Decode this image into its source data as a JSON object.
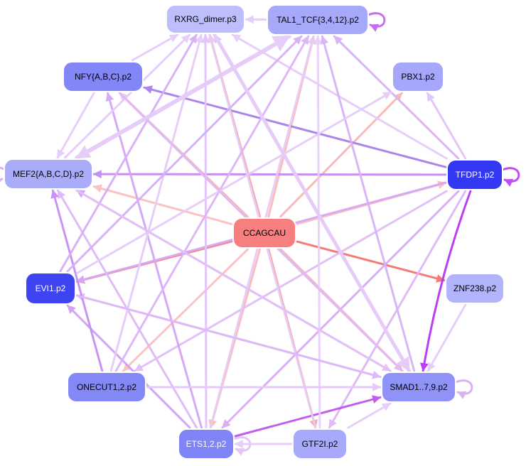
{
  "diagram": {
    "nodes": [
      {
        "id": "rxrg",
        "label": "RXRG_dimer.p3",
        "fill": "#BDBFFC",
        "text_color": "#000000"
      },
      {
        "id": "tal1",
        "label": "TAL1_TCF{3,4,12}.p2",
        "fill": "#A6A9FA",
        "text_color": "#000000"
      },
      {
        "id": "nfy",
        "label": "NFY{A,B,C}.p2",
        "fill": "#8286F6",
        "text_color": "#000000"
      },
      {
        "id": "pbx1",
        "label": "PBX1.p2",
        "fill": "#A4A7FA",
        "text_color": "#000000"
      },
      {
        "id": "mef2",
        "label": "MEF2{A,B,C,D}.p2",
        "fill": "#AAACF9",
        "text_color": "#000000"
      },
      {
        "id": "tfdp1",
        "label": "TFDP1.p2",
        "fill": "#3338F3",
        "text_color": "#FFFFFF"
      },
      {
        "id": "ccagcau",
        "label": "CCAGCAU",
        "fill": "#F77F7F",
        "text_color": "#000000"
      },
      {
        "id": "evi1",
        "label": "EVI1.p2",
        "fill": "#3F44F3",
        "text_color": "#FFFFFF"
      },
      {
        "id": "znf238",
        "label": "ZNF238.p2",
        "fill": "#B1B3FB",
        "text_color": "#000000"
      },
      {
        "id": "onecut",
        "label": "ONECUT1,2.p2",
        "fill": "#8488F6",
        "text_color": "#000000"
      },
      {
        "id": "smad",
        "label": "SMAD1..7,9.p2",
        "fill": "#8F92F7",
        "text_color": "#000000"
      },
      {
        "id": "ets",
        "label": "ETS1,2.p2",
        "fill": "#7F84F6",
        "text_color": "#FFFFFF"
      },
      {
        "id": "gtf2i",
        "label": "GTF2I.p2",
        "fill": "#A7AAFA",
        "text_color": "#000000"
      }
    ],
    "edges": [
      {
        "from": "ccagcau",
        "to": "rxrg",
        "color": "#F9A0A0",
        "weight": 3
      },
      {
        "from": "ccagcau",
        "to": "tal1",
        "color": "#FBB9B9",
        "weight": 3
      },
      {
        "from": "ccagcau",
        "to": "pbx1",
        "color": "#FBB5B5",
        "weight": 3
      },
      {
        "from": "ccagcau",
        "to": "tfdp1",
        "color": "#FBBEBE",
        "weight": 3
      },
      {
        "from": "ccagcau",
        "to": "znf238",
        "color": "#F47474",
        "weight": 3
      },
      {
        "from": "ccagcau",
        "to": "smad",
        "color": "#FBB0B0",
        "weight": 3
      },
      {
        "from": "ccagcau",
        "to": "gtf2i",
        "color": "#F9A5A5",
        "weight": 3
      },
      {
        "from": "ccagcau",
        "to": "ets",
        "color": "#FBB9B9",
        "weight": 3
      },
      {
        "from": "ccagcau",
        "to": "onecut",
        "color": "#FBC0C0",
        "weight": 3
      },
      {
        "from": "ccagcau",
        "to": "evi1",
        "color": "#F58585",
        "weight": 3
      },
      {
        "from": "ccagcau",
        "to": "mef2",
        "color": "#FBC0C0",
        "weight": 3
      },
      {
        "from": "ccagcau",
        "to": "nfy",
        "color": "#FBB0B0",
        "weight": 3
      },
      {
        "from": "tfdp1",
        "to": "nfy",
        "color": "#A77FE8",
        "weight": 3
      },
      {
        "from": "tfdp1",
        "to": "mef2",
        "color": "#C38BF2",
        "weight": 3
      },
      {
        "from": "tfdp1",
        "to": "pbx1",
        "color": "#E2C3F8",
        "weight": 3
      },
      {
        "from": "tfdp1",
        "to": "tal1",
        "color": "#D7B1F6",
        "weight": 3
      },
      {
        "from": "tfdp1",
        "to": "rxrg",
        "color": "#E6CCF9",
        "weight": 3
      },
      {
        "from": "tfdp1",
        "to": "smad",
        "color": "#B834F2",
        "weight": 3
      },
      {
        "from": "tfdp1",
        "to": "evi1",
        "color": "#D7A8F6",
        "weight": 3
      },
      {
        "from": "tfdp1",
        "to": "onecut",
        "color": "#E0BDF8",
        "weight": 3
      },
      {
        "from": "tfdp1",
        "to": "ets",
        "color": "#D6AAF6",
        "weight": 3
      },
      {
        "from": "tfdp1",
        "to": "gtf2i",
        "color": "#DDB8F7",
        "weight": 3
      },
      {
        "from": "tfdp1",
        "to": "tfdp1",
        "color": "#BB44F2",
        "weight": 3
      },
      {
        "from": "smad",
        "to": "tal1",
        "color": "#D7B1F6",
        "weight": 3
      },
      {
        "from": "smad",
        "to": "rxrg",
        "color": "#E0BEF8",
        "weight": 3
      },
      {
        "from": "smad",
        "to": "nfy",
        "color": "#E6CCF9",
        "weight": 3
      },
      {
        "from": "smad",
        "to": "mef2",
        "color": "#D2A3F5",
        "weight": 3
      },
      {
        "from": "smad",
        "to": "evi1",
        "color": "#DEBAF7",
        "weight": 3
      },
      {
        "from": "smad",
        "to": "smad",
        "color": "#D7AEF6",
        "weight": 3
      },
      {
        "from": "ets",
        "to": "smad",
        "color": "#BF55F1",
        "weight": 3
      },
      {
        "from": "ets",
        "to": "rxrg",
        "color": "#E2C3F8",
        "weight": 3
      },
      {
        "from": "ets",
        "to": "nfy",
        "color": "#D3A5F5",
        "weight": 3
      },
      {
        "from": "ets",
        "to": "mef2",
        "color": "#DEB8F7",
        "weight": 3
      },
      {
        "from": "ets",
        "to": "evi1",
        "color": "#D0A0F5",
        "weight": 3
      },
      {
        "from": "ets",
        "to": "tal1",
        "color": "#E6CCF9",
        "weight": 3
      },
      {
        "from": "ets",
        "to": "ets",
        "color": "#E2C2F8",
        "weight": 3
      },
      {
        "from": "gtf2i",
        "to": "ets",
        "color": "#E6CCF9",
        "weight": 3
      },
      {
        "from": "gtf2i",
        "to": "tal1",
        "color": "#E8D0FA",
        "weight": 3
      },
      {
        "from": "gtf2i",
        "to": "rxrg",
        "color": "#E6CCF9",
        "weight": 3
      },
      {
        "from": "gtf2i",
        "to": "smad",
        "color": "#E6CCF9",
        "weight": 3
      },
      {
        "from": "onecut",
        "to": "smad",
        "color": "#E4C7F9",
        "weight": 3
      },
      {
        "from": "onecut",
        "to": "tal1",
        "color": "#DCB4F7",
        "weight": 3
      },
      {
        "from": "onecut",
        "to": "mef2",
        "color": "#C68FF3",
        "weight": 3
      },
      {
        "from": "onecut",
        "to": "rxrg",
        "color": "#E6CCF9",
        "weight": 3
      },
      {
        "from": "evi1",
        "to": "rxrg",
        "color": "#D7AEF6",
        "weight": 3
      },
      {
        "from": "evi1",
        "to": "tal1",
        "color": "#D7AEF6",
        "weight": 3
      },
      {
        "from": "evi1",
        "to": "smad",
        "color": "#DEB8F7",
        "weight": 3
      },
      {
        "from": "evi1",
        "to": "pbx1",
        "color": "#E6CCF9",
        "weight": 3
      },
      {
        "from": "mef2",
        "to": "tal1",
        "color": "#E6CCF9",
        "weight": 6
      },
      {
        "from": "mef2",
        "to": "rxrg",
        "color": "#E6CCF9",
        "weight": 3
      },
      {
        "from": "mef2",
        "to": "smad",
        "color": "#E2C2F8",
        "weight": 3
      },
      {
        "from": "mef2",
        "to": "mef2",
        "color": "#D6AAF6",
        "weight": 3
      },
      {
        "from": "nfy",
        "to": "mef2",
        "color": "#E6CCF9",
        "weight": 3
      },
      {
        "from": "nfy",
        "to": "rxrg",
        "color": "#E6CCF9",
        "weight": 3
      },
      {
        "from": "nfy",
        "to": "smad",
        "color": "#DEBAF7",
        "weight": 3
      },
      {
        "from": "tal1",
        "to": "tal1",
        "color": "#C466F4",
        "weight": 3
      },
      {
        "from": "tal1",
        "to": "rxrg",
        "color": "#E6CCF9",
        "weight": 3
      },
      {
        "from": "tal1",
        "to": "mef2",
        "color": "#E6CCF9",
        "weight": 5
      },
      {
        "from": "znf238",
        "to": "smad",
        "color": "#E6CCF9",
        "weight": 3
      },
      {
        "from": "rxrg",
        "to": "smad",
        "color": "#E6CCF9",
        "weight": 5
      }
    ]
  }
}
